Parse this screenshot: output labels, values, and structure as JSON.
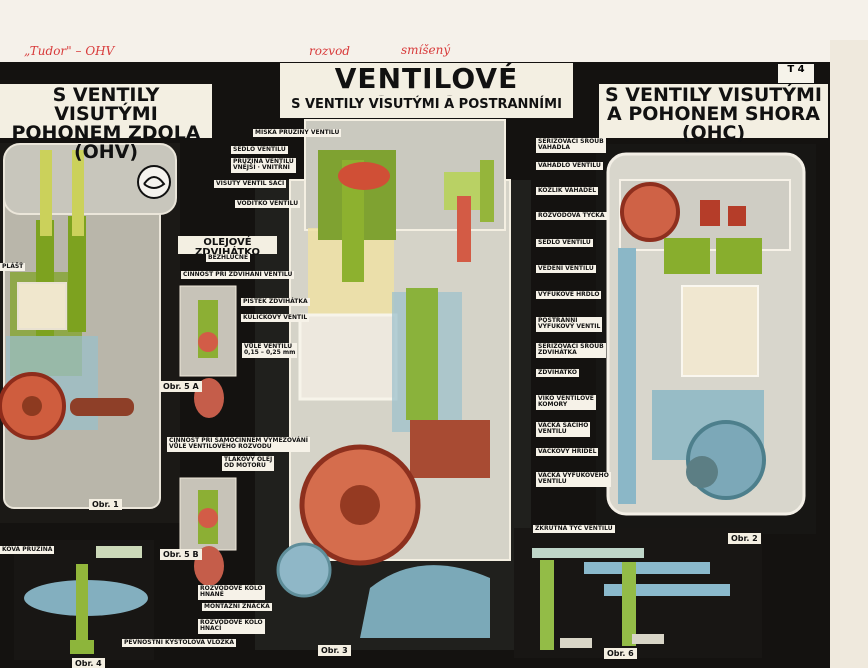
{
  "handwriting": {
    "left_note": "„Tudor\" – OHV",
    "middle_note": "rozvod",
    "right_note": "smíšený"
  },
  "header": {
    "main_title": "VENTILOVÉ ROZVODY",
    "subtitle": "S VENTILY VISUTÝMI A POSTRANNÍMI",
    "left_title": "S VENTILY VISUTÝMI\nPOHONEM ZDOLA (OHV)",
    "right_title": "S VENTILY VISUTÝMI\nA POHONEM SHORA (OHC)",
    "plate_id": "T 4"
  },
  "figure_labels": {
    "obr1": "Obr. 1",
    "obr2": "Obr. 2",
    "obr3": "Obr. 3",
    "obr4": "Obr. 4",
    "obr5a": "Obr. 5 A",
    "obr5b": "Obr. 5 B",
    "obr6": "Obr. 6"
  },
  "left_labels": {
    "plast": "PLÁŠŤ",
    "spring_left": "KOVÁ PRUŽINA"
  },
  "center_top_labels": [
    "MISKA PRUŽINY VENTILU",
    "SEDLO VENTILU",
    "PRUŽINA VENTILU\nVNĚJŠÍ · VNITŘNÍ",
    "VISUTÝ VENTIL SACÍ",
    "VODÍTKO VENTILU"
  ],
  "middle_labels": {
    "olejove": "OLEJOVÉ ZDVIHÁTKO",
    "olejove_sub": "BEZHLUČNÉ",
    "cinnost": "ČINNOST PŘI ZDVIHÁNÍ VENTILU",
    "pistek": "PÍSTEK ZDVIHÁTKA",
    "kulickovy": "KULIČKOVÝ VENTIL",
    "vule": "VŮLE VENTILU\n0,15 – 0,25 mm",
    "cinnost2": "ČINNOST PŘI SAMOČINNÉM VYMEZOVÁNÍ\nVŮLE VENTILOVÉHO ROZVODU",
    "tlakovy": "TLAKOVÝ OLEJ\nOD MOTORU",
    "rozvodove_hnane": "ROZVODOVÉ KOLO\nHNANÉ",
    "montazni": "MONTÁŽNÍ ZNAČKA",
    "rozvodove_hnaci": "ROZVODOVÉ KOLO\nHNACÍ",
    "pevnostni": "PEVNOSTNÍ KYSTOLOVÁ VLOŽKA"
  },
  "right_labels": [
    "SEŘIZOVACÍ ŠROUB\nVAHADLA",
    "VAHADLO VENTILU",
    "KOZLÍK VAHADEL",
    "ROZVODOVÁ TYČKA",
    "SEDLO VENTILU",
    "VEDENÍ VENTILU",
    "VÝFUKOVÉ HRDLO",
    "POSTRANNÍ\nVÝFUKOVÝ VENTIL",
    "SEŘIZOVACÍ ŠROUB\nZDVIHÁTKA",
    "ZDVIHÁTKO",
    "VÍKO VENTILOVÉ\nKOMORY",
    "VAČKA SACÍHO\nVENTILU",
    "VAČKOVÝ HŘÍDEL",
    "VAČKA VÝFUKOVÉHO\nVENTILU"
  ],
  "bottom_right_label": "ZKRUTNÁ TYČ VENTILU",
  "colors": {
    "poster_bg": "#141210",
    "paper": "#f5f1ea",
    "label_bg": "#f6f2e8",
    "rust": "#c24a2d",
    "green": "#7da21f",
    "blue": "#7fb4c4",
    "gray": "#c7c6bd",
    "yellow": "#e3d45c"
  }
}
